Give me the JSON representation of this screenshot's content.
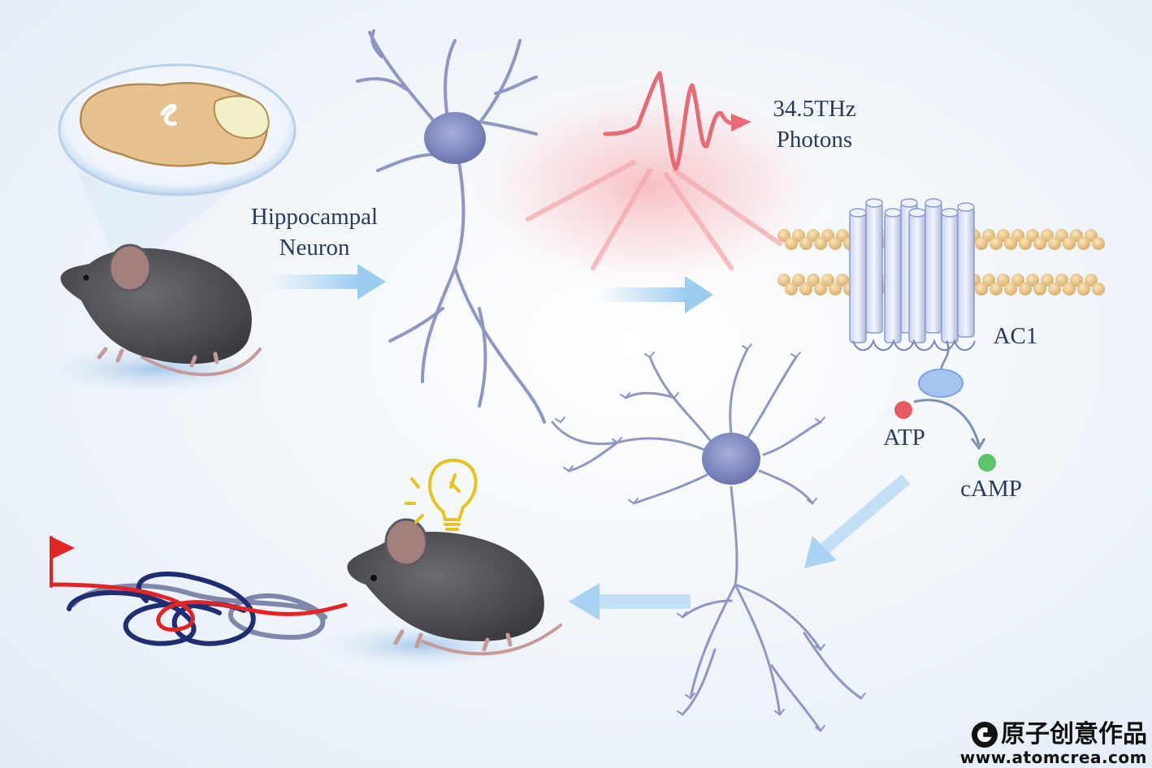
{
  "labels": {
    "hippocampal_line1": "Hippocampal",
    "hippocampal_line2": "Neuron",
    "thz_line1": "34.5THz",
    "thz_line2": "Photons",
    "ac1": "AC1",
    "atp": "ATP",
    "camp": "cAMP"
  },
  "watermark": {
    "brand": "原子创意作品",
    "url": "www.atomcrea.com"
  },
  "colors": {
    "neuron": "#8f96c4",
    "neuron_soma": "#7d87bd",
    "photon_red": "#e86a73",
    "arrow_blue": "#a9d3f2",
    "membrane": "#e7c68e",
    "atp_red": "#e65a62",
    "camp_green": "#5cc46a",
    "maze_blue": "#1f2d73",
    "maze_red": "#e32427",
    "mouse_gray": "#4b4b50"
  }
}
